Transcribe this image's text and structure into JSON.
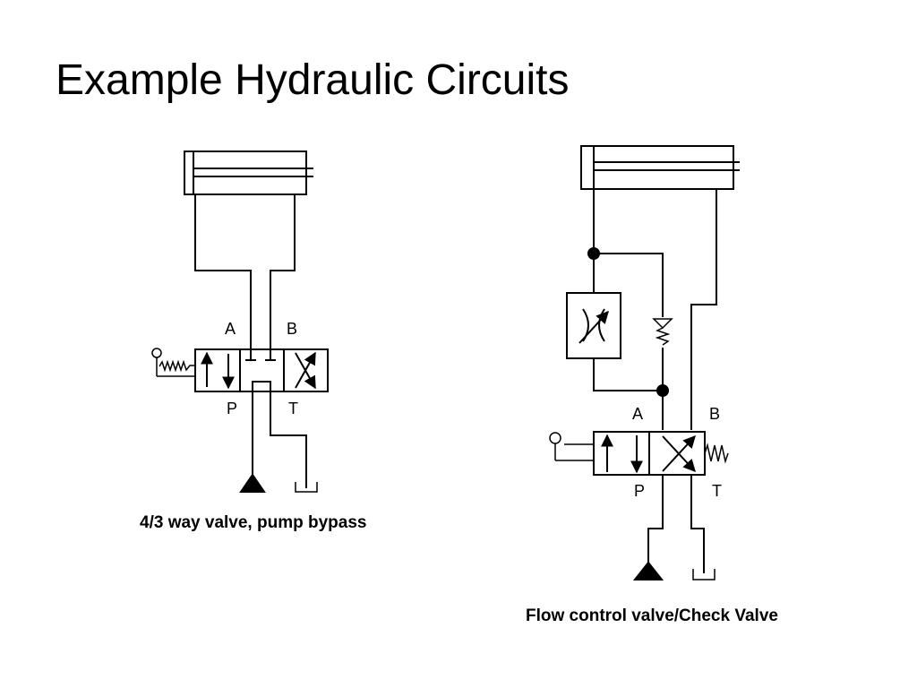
{
  "title": "Example Hydraulic Circuits",
  "circuits": [
    {
      "caption": "4/3 way valve, pump bypass",
      "ports": {
        "a": "A",
        "b": "B",
        "p": "P",
        "t": "T"
      }
    },
    {
      "caption": "Flow control valve/Check Valve",
      "ports": {
        "a": "A",
        "b": "B",
        "p": "P",
        "t": "T"
      }
    }
  ]
}
